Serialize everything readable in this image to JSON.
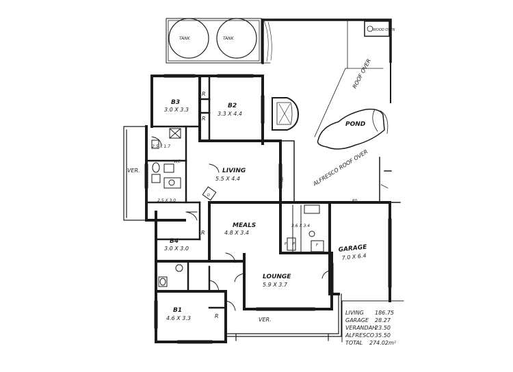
{
  "labels": {
    "tank_1": "TANK",
    "tank_2": "TANK",
    "wood_oven": "WOOD OVEN",
    "roof_over": "ROOF OVER",
    "pond": "POND",
    "bed3_name": "B3",
    "bed3_dim": "3.0 X 3.3",
    "bed2_name": "B2",
    "bed2_dim": "3.3 X 4.4",
    "robe_1": "R",
    "robe_2": "R",
    "robe_3": "R",
    "robe_4": "R",
    "ensuite_dim": "2.5 X 1.7",
    "wc_label": "WC",
    "ver_left": "VER.",
    "living_name": "LIVING",
    "living_dim": "5.5 X 4.4",
    "fireplace": "D",
    "rd_1": "RD",
    "rd_2": "RD",
    "laundry_dim": "2.5 X 3.0",
    "alfresco": "ALFRESCO ROOF OVER",
    "meals_name": "MEALS",
    "meals_dim": "4.8 X 3.4",
    "kitchen_dim": "3.6 X 3.4",
    "pantry_1": "P",
    "pantry_2": "P",
    "fridge": "F",
    "bed4_name": "B4",
    "bed4_dim": "3.0 X 3.0",
    "garage_name": "GARAGE",
    "garage_dim": "7.0 X 6.4",
    "lounge_name": "LOUNGE",
    "lounge_dim": "5.9 X 3.7",
    "bed1_name": "B1",
    "bed1_dim": "4.6 X 3.3",
    "ver_front": "VER."
  },
  "areas": [
    {
      "label": "LIVING",
      "value": "186.75"
    },
    {
      "label": "GARAGE",
      "value": "28.27"
    },
    {
      "label": "VERANDAH",
      "value": "23.50"
    },
    {
      "label": "ALFRESCO",
      "value": "35.50"
    },
    {
      "label": "TOTAL",
      "value": "274.02m²"
    }
  ],
  "colors": {
    "ink": "#1a1a1a",
    "paper": "#ffffff"
  }
}
